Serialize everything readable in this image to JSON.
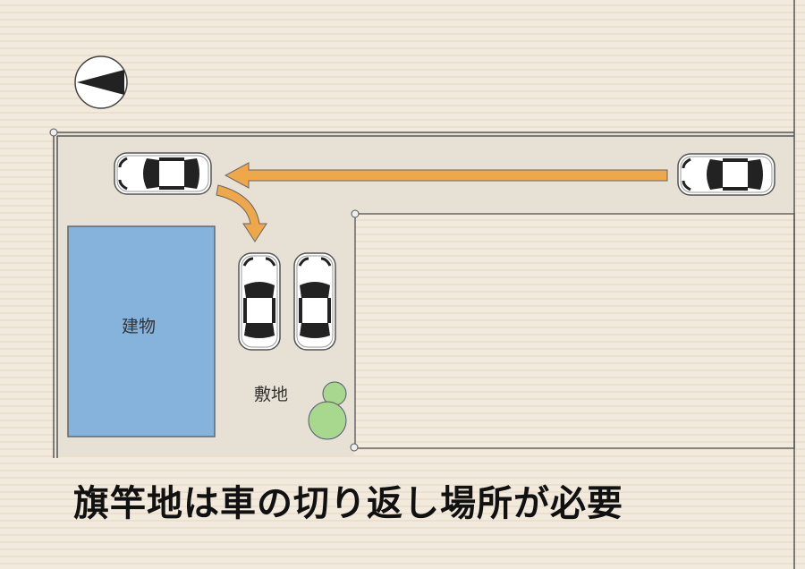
{
  "labels": {
    "building": "建物",
    "site": "敷地"
  },
  "caption": "旗竿地は車の切り返し場所が必要",
  "colors": {
    "background": "#f2eadd",
    "site": "#e7e0d5",
    "building": "#86b3dc",
    "arrow": "#eea84a",
    "tree": "#a8d88e"
  },
  "icons": [
    "north-compass-icon",
    "car-icon",
    "arrow-icon",
    "tree-icon"
  ]
}
